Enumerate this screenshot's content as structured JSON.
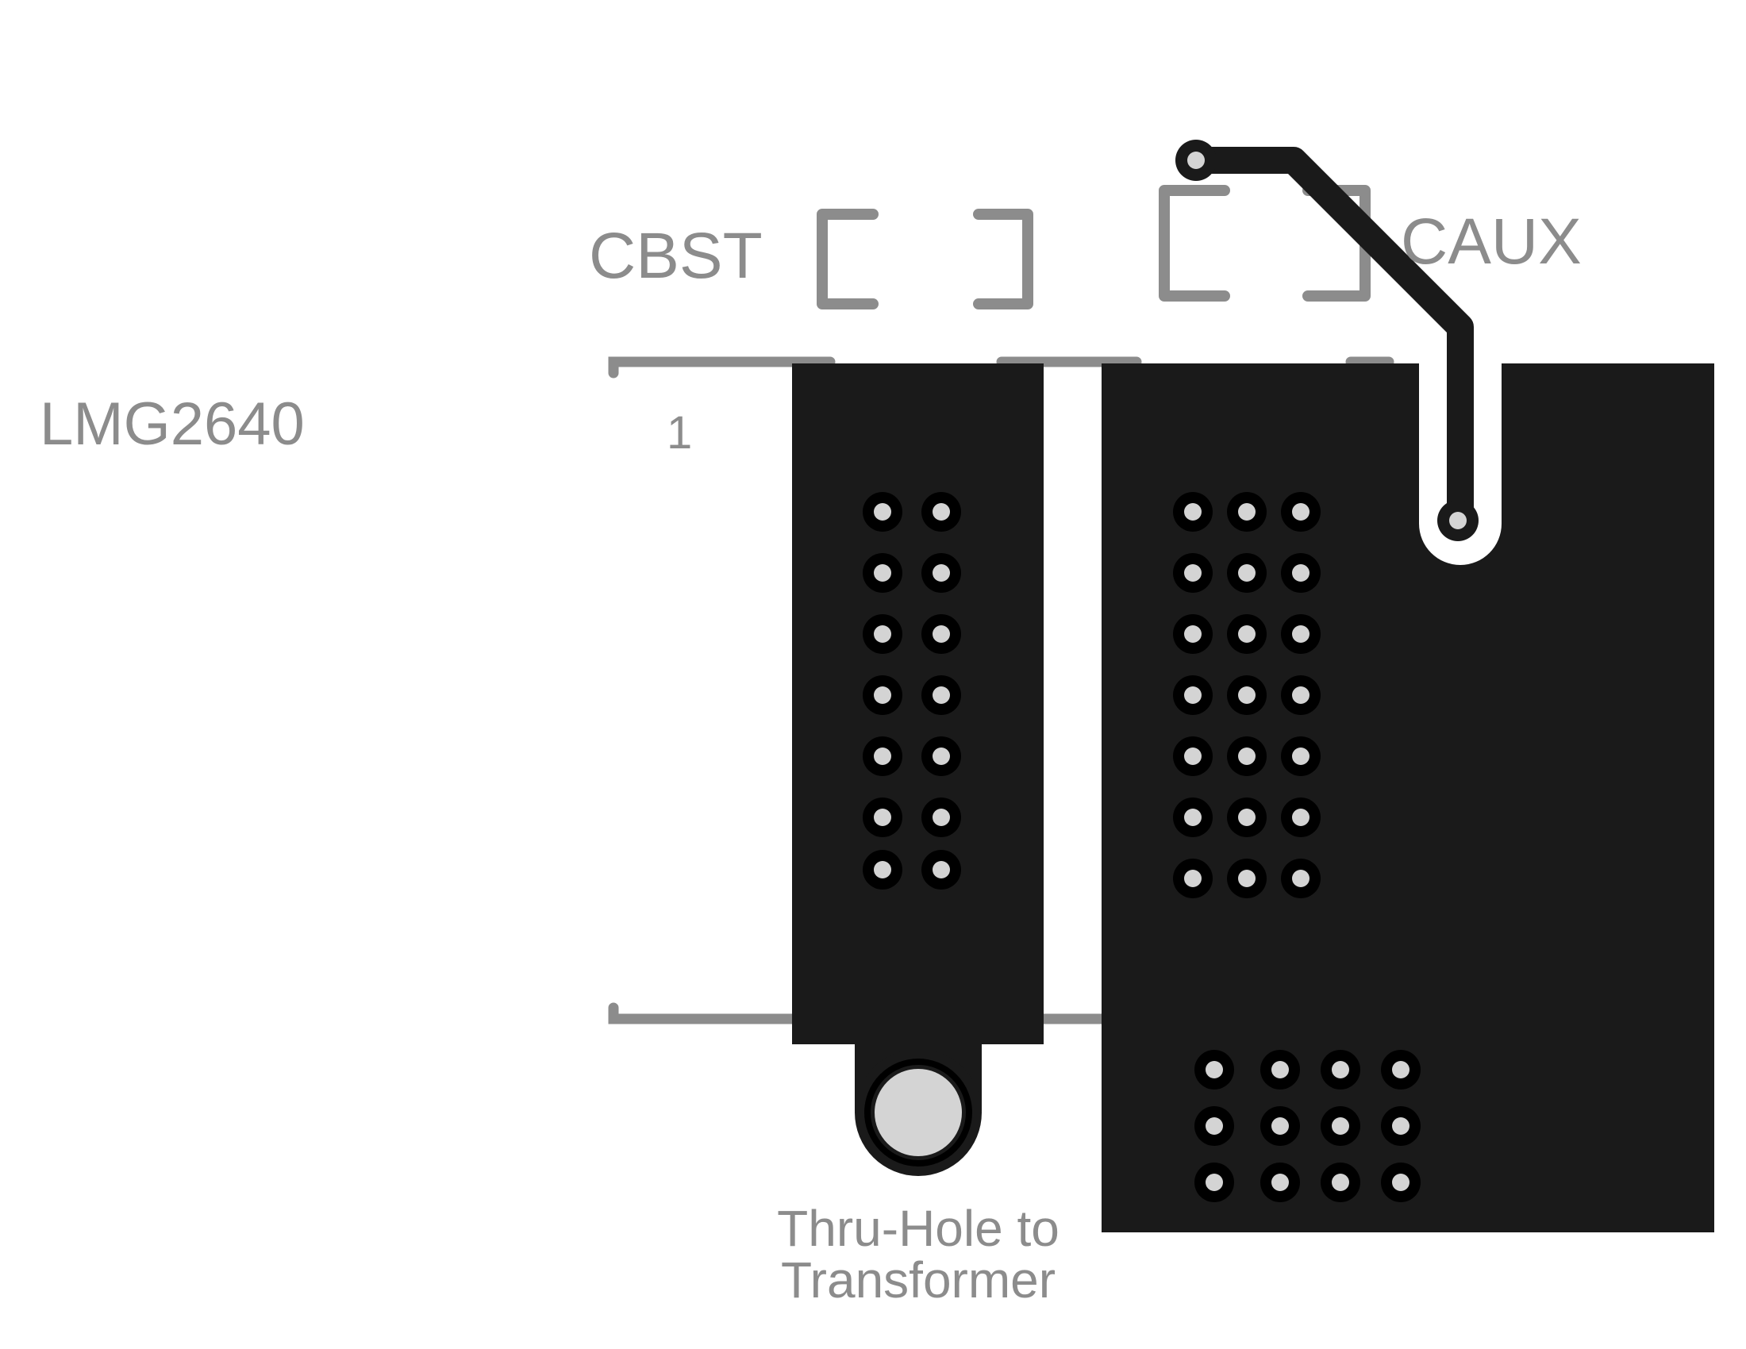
{
  "labels": {
    "component": "LMG2640",
    "pin1": "1",
    "cbst": "CBST",
    "caux": "CAUX",
    "thru_hole_line1": "Thru-Hole to",
    "thru_hole_line2": "Transformer"
  },
  "colors": {
    "copper": "#1a1a1a",
    "silkscreen": "#8c8c8c",
    "via_drill": "#d4d4d4",
    "background": "#ffffff"
  },
  "via_counts": {
    "left_pad": 14,
    "right_pad_upper": 21,
    "right_pad_lower": 12
  }
}
